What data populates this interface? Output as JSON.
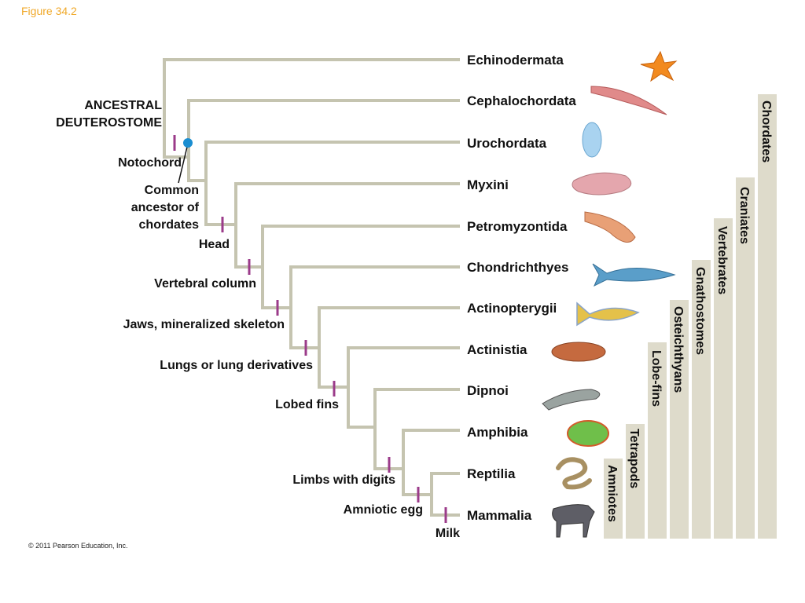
{
  "figure_label": "Figure 34.2",
  "copyright": "© 2011 Pearson Education, Inc.",
  "root_label_line1": "ANCESTRAL",
  "root_label_line2": "DEUTEROSTOME",
  "taxa": [
    "Echinodermata",
    "Cephalochordata",
    "Urochordata",
    "Myxini",
    "Petromyzontida",
    "Chondrichthyes",
    "Actinopterygii",
    "Actinistia",
    "Dipnoi",
    "Amphibia",
    "Reptilia",
    "Mammalia"
  ],
  "characters": {
    "notochord": "Notochord",
    "common_ancestor_1": "Common",
    "common_ancestor_2": "ancestor of",
    "common_ancestor_3": "chordates",
    "head": "Head",
    "vertebral_column": "Vertebral column",
    "jaws": "Jaws, mineralized skeleton",
    "lungs": "Lungs or lung derivatives",
    "lobed_fins": "Lobed fins",
    "limbs": "Limbs with digits",
    "amniotic_egg": "Amniotic egg",
    "milk": "Milk"
  },
  "clades": [
    "Chordates",
    "Craniates",
    "Vertebrates",
    "Gnathostomes",
    "Osteichthyans",
    "Lobe-fins",
    "Tetrapods",
    "Amniotes"
  ],
  "colors": {
    "branch": "#c5c4b0",
    "tick": "#9b3b8a",
    "clade_bar": "#dedbcb",
    "ancestor_dot": "#1a8ed1",
    "figure_label": "#f0a92a"
  }
}
